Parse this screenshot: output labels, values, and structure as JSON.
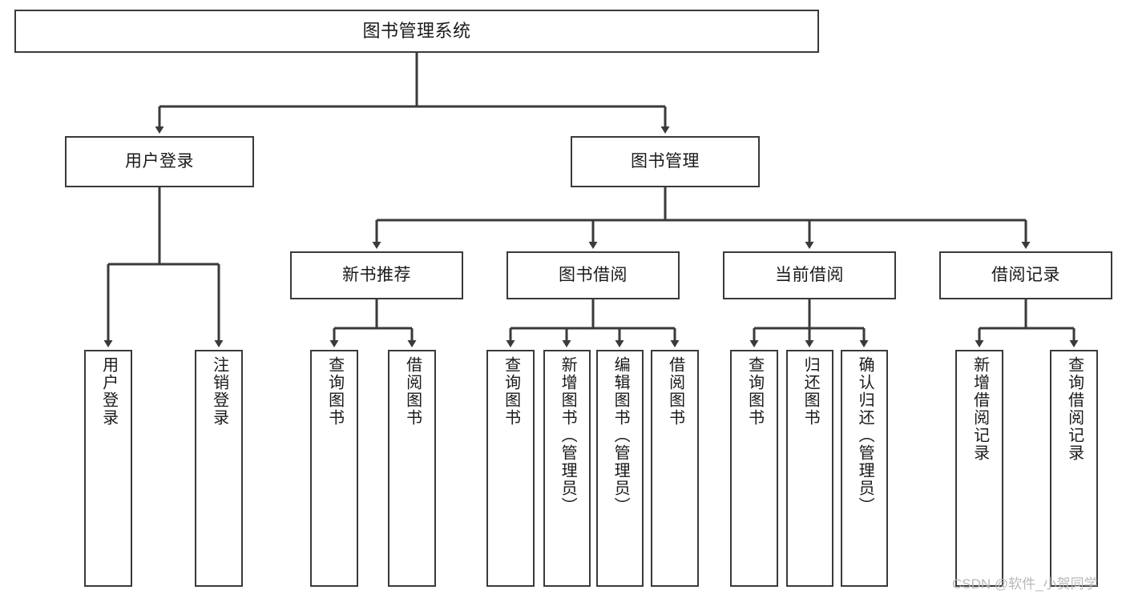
{
  "diagram": {
    "title": "图书管理系统",
    "type": "tree",
    "colors": {
      "box_border": "#3a3a3a",
      "box_fill": "#ffffff",
      "connector": "#3a3a3a",
      "text": "#1a1a1a",
      "watermark": "#b9b9b9"
    },
    "root": {
      "label": "图书管理系统"
    },
    "level2": [
      {
        "label": "用户登录"
      },
      {
        "label": "图书管理"
      }
    ],
    "level3": [
      {
        "label": "新书推荐"
      },
      {
        "label": "图书借阅"
      },
      {
        "label": "当前借阅"
      },
      {
        "label": "借阅记录"
      }
    ],
    "leaves": {
      "user_login": [
        {
          "label": "用户登录"
        },
        {
          "label": "注销登录"
        }
      ],
      "new_book": [
        {
          "label": "查询图书"
        },
        {
          "label": "借阅图书"
        }
      ],
      "borrow_book": [
        {
          "label": "查询图书"
        },
        {
          "label": "新增图书（管理员）"
        },
        {
          "label": "编辑图书（管理员）"
        },
        {
          "label": "借阅图书"
        }
      ],
      "current_borrow": [
        {
          "label": "查询图书"
        },
        {
          "label": "归还图书"
        },
        {
          "label": "确认归还（管理员）"
        }
      ],
      "borrow_record": [
        {
          "label": "新增借阅记录"
        },
        {
          "label": "查询借阅记录"
        }
      ]
    }
  },
  "watermark": {
    "text": "CSDN @软件_小贺同学"
  }
}
